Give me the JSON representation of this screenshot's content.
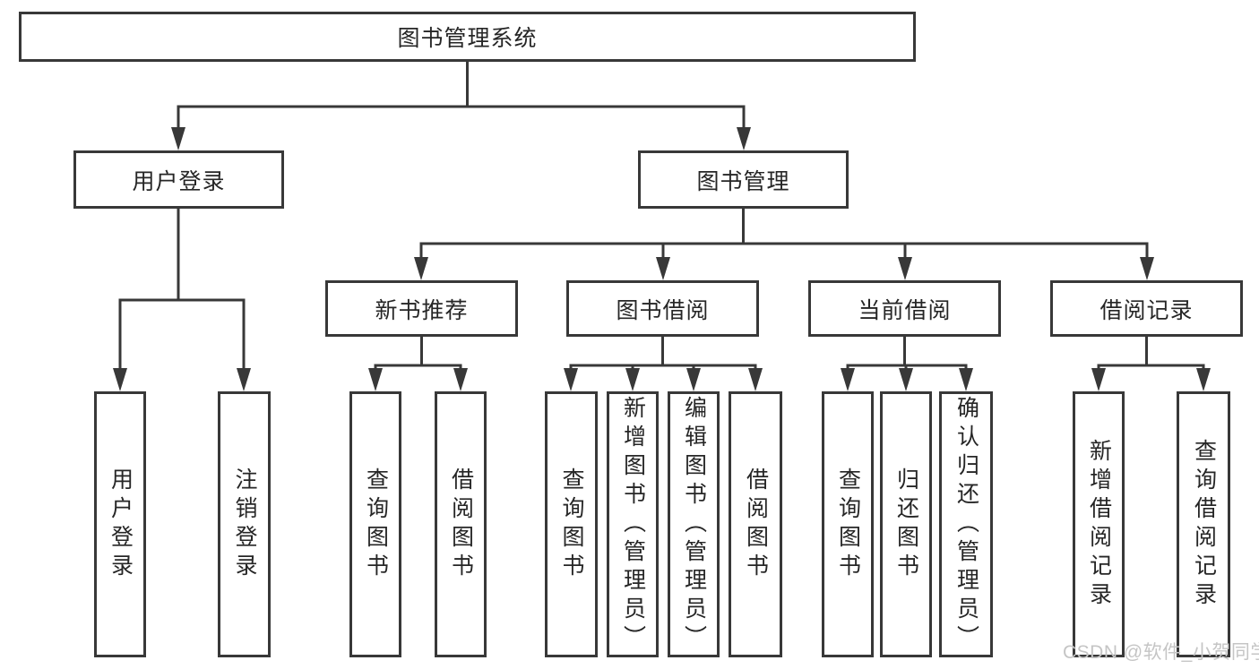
{
  "diagram": {
    "title": "图书管理系统",
    "level2": [
      {
        "label": "用户登录"
      },
      {
        "label": "图书管理"
      }
    ],
    "level3": [
      {
        "label": "新书推荐"
      },
      {
        "label": "图书借阅"
      },
      {
        "label": "当前借阅"
      },
      {
        "label": "借阅记录"
      }
    ],
    "leaves": [
      {
        "label": "用户登录"
      },
      {
        "label": "注销登录"
      },
      {
        "label": "查询图书"
      },
      {
        "label": "借阅图书"
      },
      {
        "label": "查询图书"
      },
      {
        "label": "新增图书（管理员）"
      },
      {
        "label": "编辑图书（管理员）"
      },
      {
        "label": "借阅图书"
      },
      {
        "label": "查询图书"
      },
      {
        "label": "归还图书"
      },
      {
        "label": "确认归还（管理员）"
      },
      {
        "label": "新增借阅记录"
      },
      {
        "label": "查询借阅记录"
      }
    ]
  },
  "watermark": {
    "text": "CSDN @软件_小贺同学"
  },
  "colors": {
    "line": "#383838",
    "text": "#262626",
    "background": "#ffffff",
    "watermark": "#c5c5c5"
  }
}
